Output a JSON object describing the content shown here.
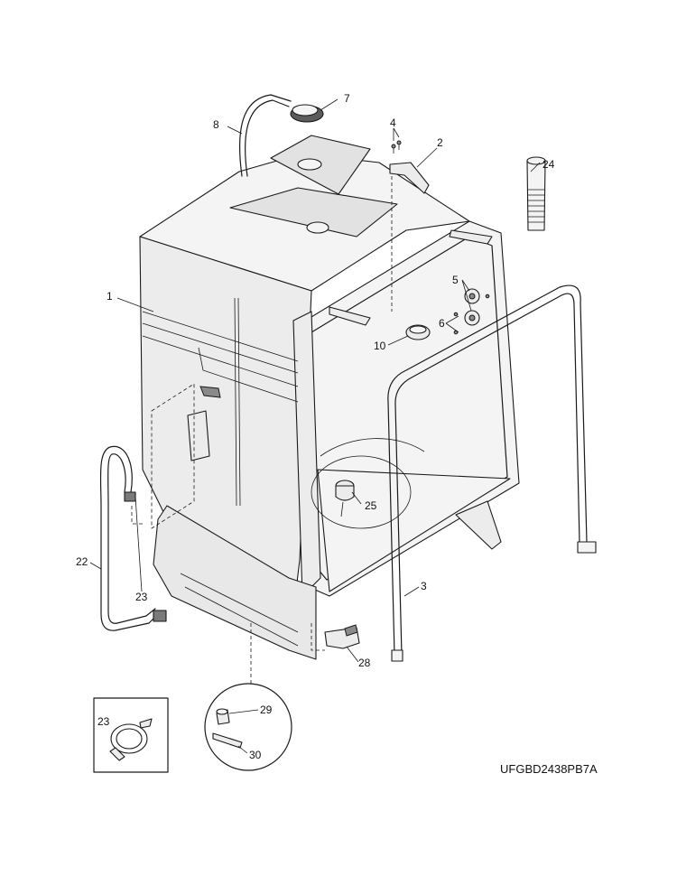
{
  "diagram": {
    "code": "UFGBD2438PB7A",
    "callouts": {
      "c1": "1",
      "c2": "2",
      "c3": "3",
      "c4": "4",
      "c5": "5",
      "c6": "6",
      "c7": "7",
      "c8": "8",
      "c10": "10",
      "c22": "22",
      "c23a": "23",
      "c23b": "23",
      "c24": "24",
      "c25": "25",
      "c28": "28",
      "c29": "29",
      "c30": "30"
    }
  }
}
